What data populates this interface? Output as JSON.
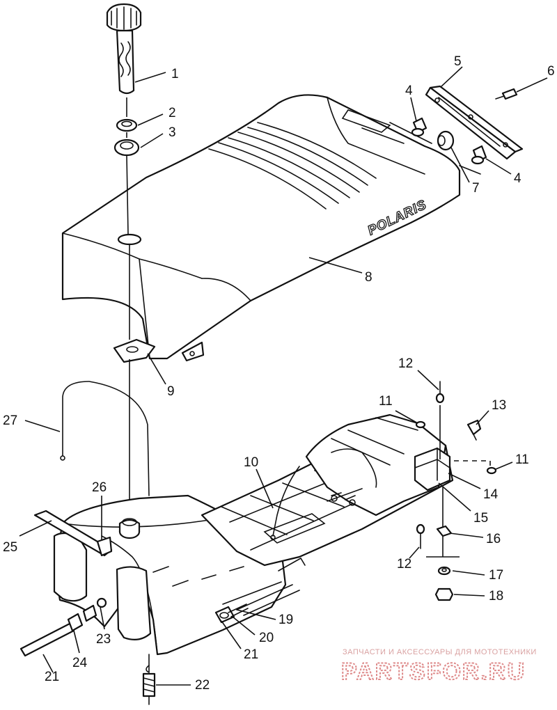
{
  "brand_mark": "POLARIS",
  "callouts": [
    "1",
    "2",
    "3",
    "4",
    "5",
    "6",
    "4",
    "7",
    "8",
    "9",
    "12",
    "11",
    "13",
    "11",
    "10",
    "14",
    "15",
    "27",
    "26",
    "16",
    "12",
    "25",
    "17",
    "18",
    "19",
    "20",
    "21",
    "23",
    "24",
    "21",
    "22"
  ],
  "watermark": {
    "tagline": "ЗАПЧАСТИ И АКСЕССУАРЫ ДЛЯ МОТОТЕХНИКИ",
    "logo": "PARTSFOR.RU"
  },
  "colors": {
    "line": "#111111",
    "background": "#ffffff",
    "watermark": "#de8a8a"
  }
}
